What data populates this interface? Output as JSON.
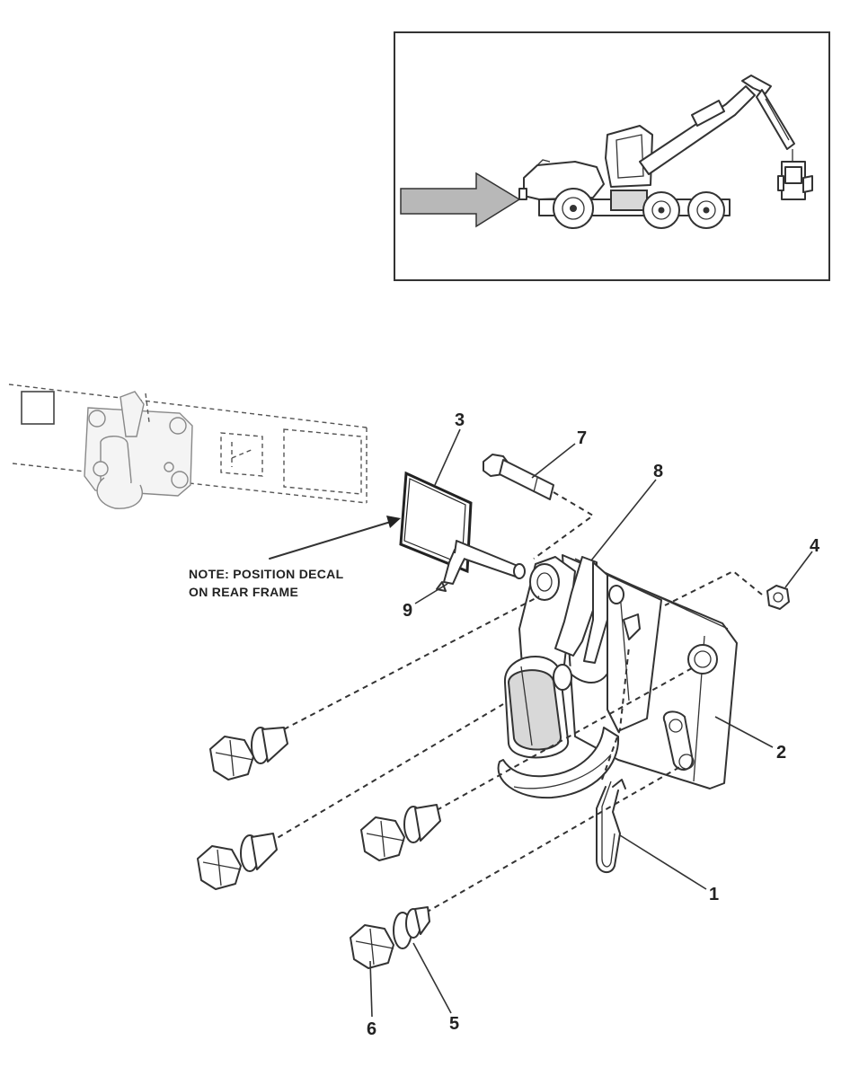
{
  "note": {
    "line1": "NOTE: POSITION DECAL",
    "line2": "ON REAR FRAME"
  },
  "callouts": {
    "c1": "1",
    "c2": "2",
    "c3": "3",
    "c4": "4",
    "c5": "5",
    "c6": "6",
    "c7": "7",
    "c8": "8",
    "c9": "9"
  }
}
